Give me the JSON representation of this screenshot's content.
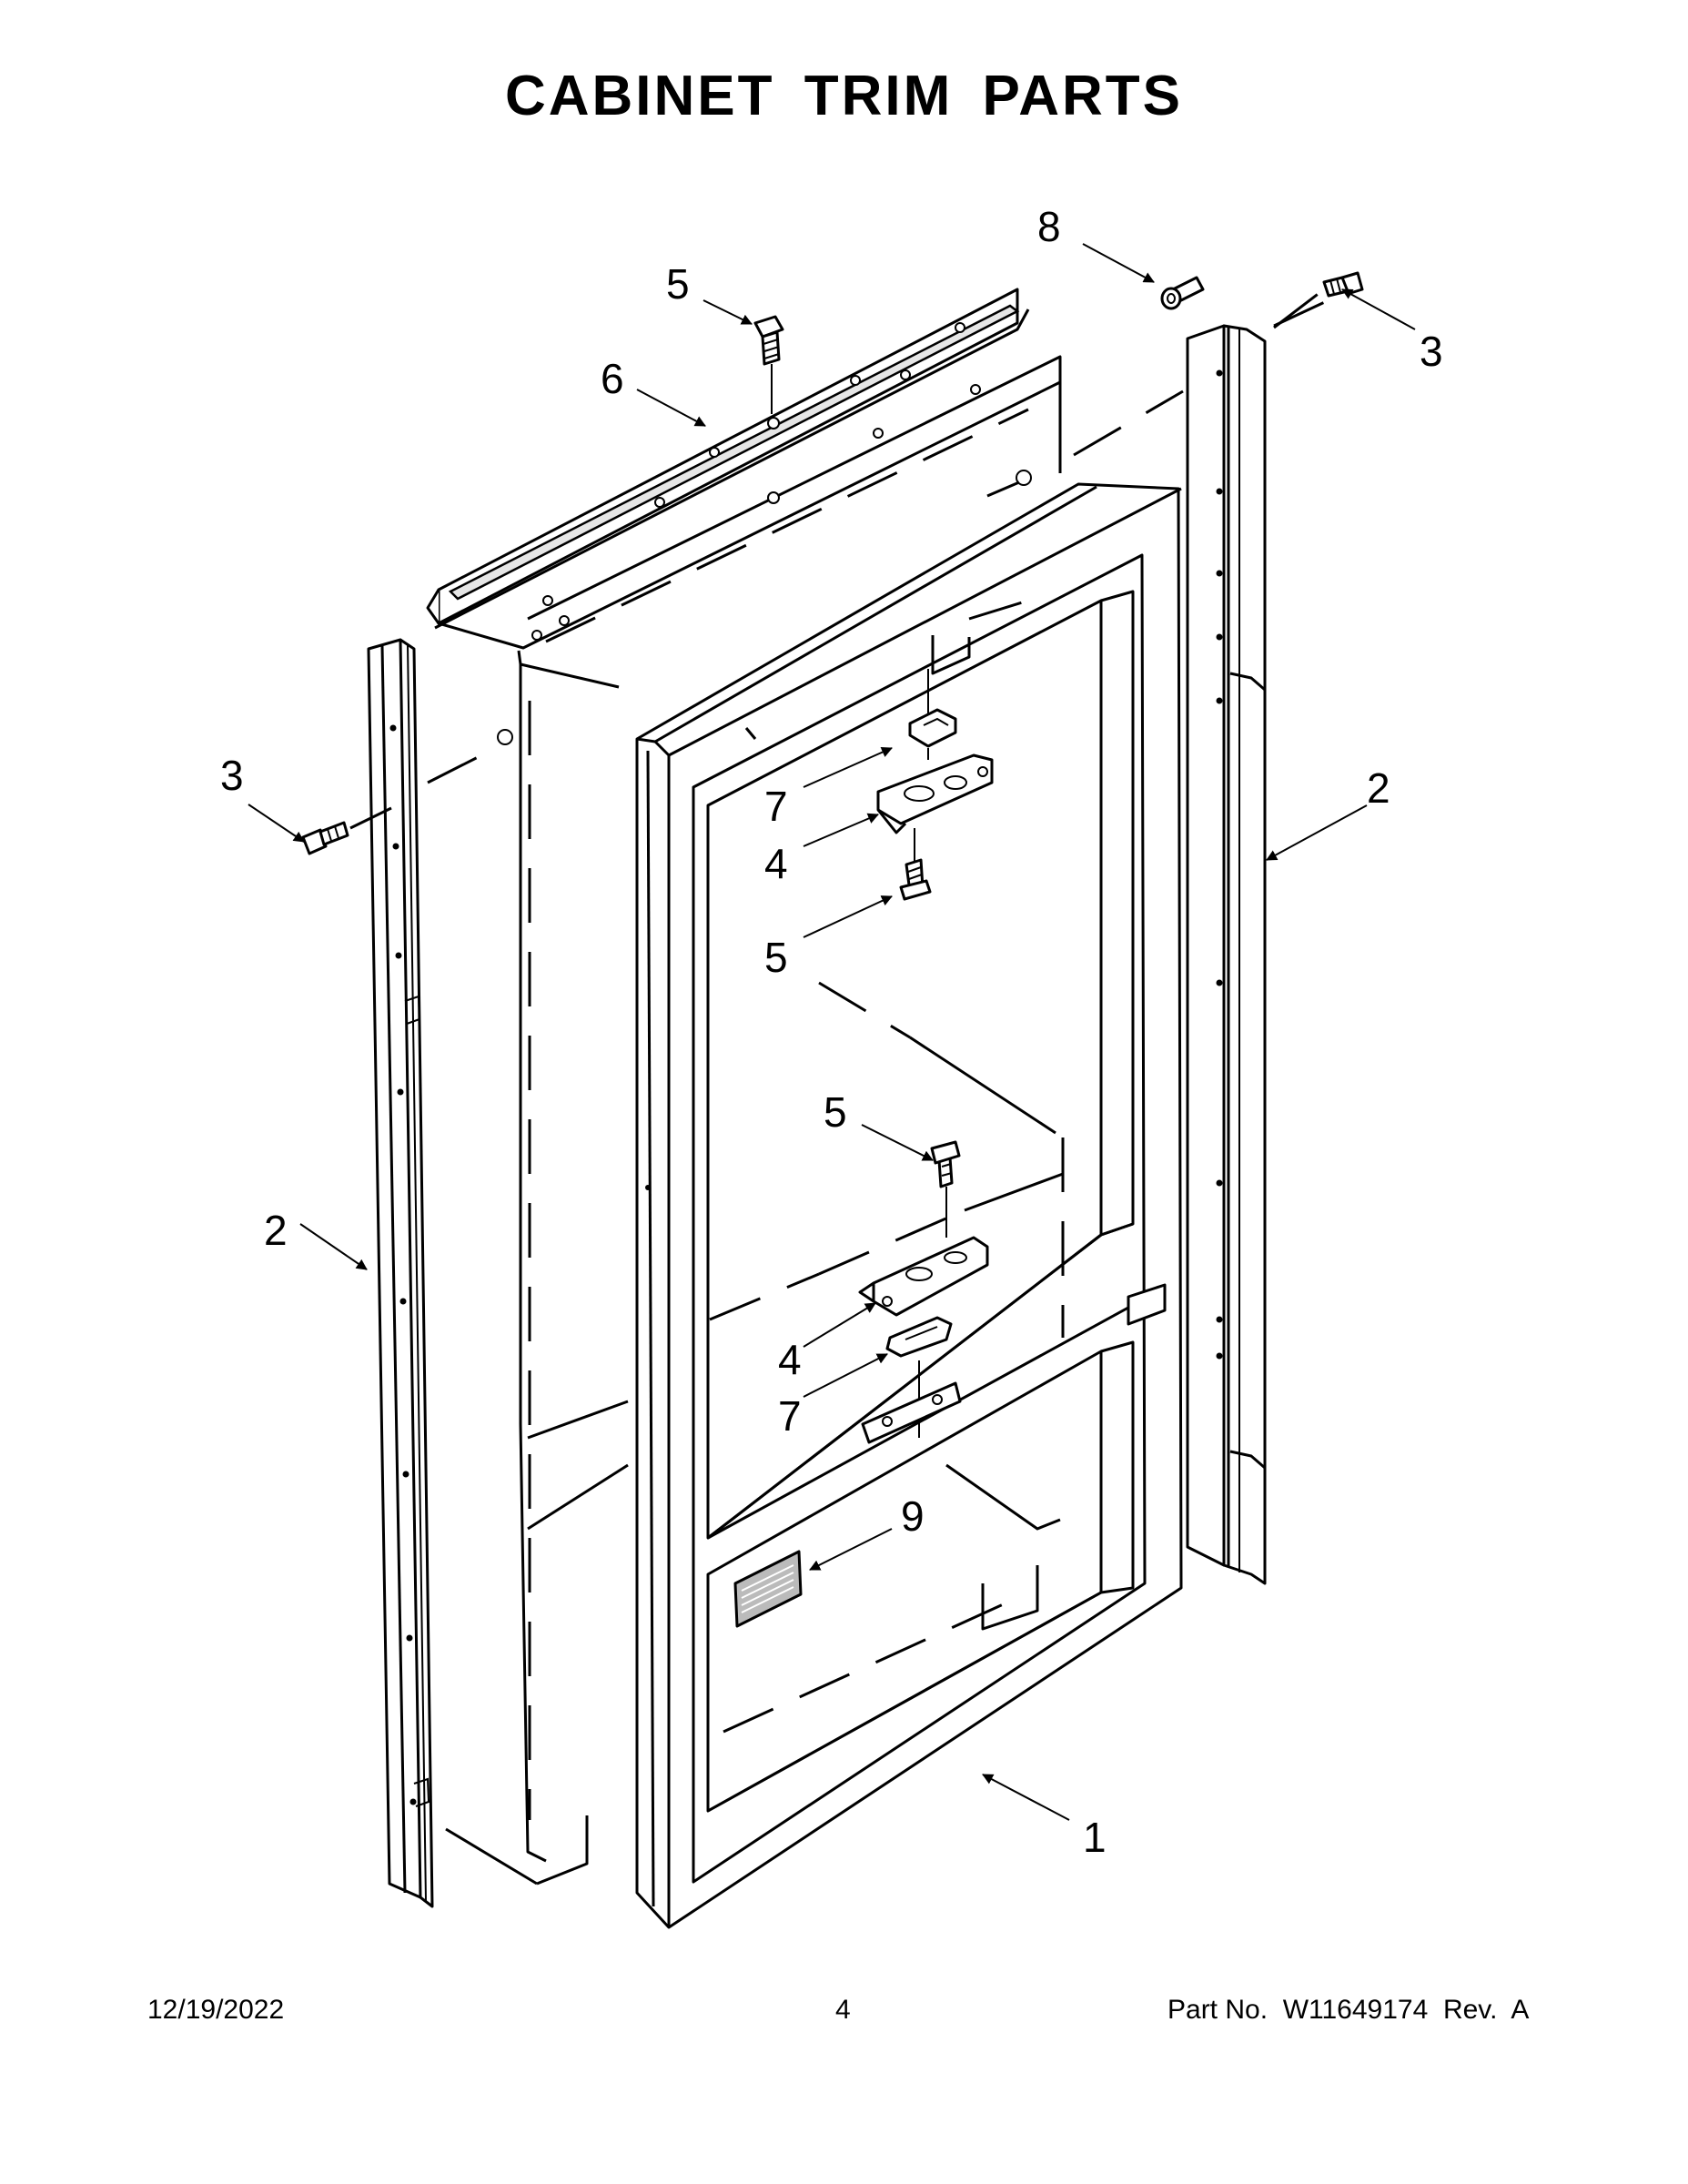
{
  "page": {
    "title": "CABINET TRIM PARTS",
    "date": "12/19/2022",
    "page_number": "4",
    "part_info": "Part No.  W11649174  Rev.  A"
  },
  "callouts": {
    "c1": "1",
    "c2_left": "2",
    "c2_right": "2",
    "c3_left": "3",
    "c3_right": "3",
    "c4_upper": "4",
    "c4_lower": "4",
    "c5_top": "5",
    "c5_upper": "5",
    "c5_lower": "5",
    "c6": "6",
    "c7_upper": "7",
    "c7_lower": "7",
    "c8": "8",
    "c9": "9"
  }
}
